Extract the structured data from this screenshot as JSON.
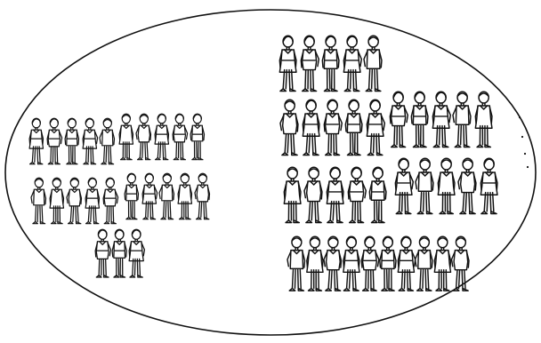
{
  "diagram": {
    "colors": {
      "ink": "#111111",
      "paper": "#ffffff"
    },
    "boundary": {
      "shape": "ellipse"
    },
    "figure_style": "hand-drawn outline children",
    "groups": [
      {
        "id": "left-top",
        "rows": [
          5,
          5
        ],
        "count": 10
      },
      {
        "id": "left-middle-a",
        "count": 5
      },
      {
        "id": "left-middle-b",
        "count": 5
      },
      {
        "id": "left-bottom",
        "count": 3
      },
      {
        "id": "right-top",
        "count": 5
      },
      {
        "id": "right-row-2-a",
        "count": 5
      },
      {
        "id": "right-row-2-b",
        "count": 5
      },
      {
        "id": "right-row-3-a",
        "count": 5
      },
      {
        "id": "right-row-3-b",
        "count": 5
      },
      {
        "id": "right-row-4",
        "count": 10
      }
    ],
    "totals": {
      "left_side": 23,
      "right_side": 35,
      "all": 58
    }
  }
}
